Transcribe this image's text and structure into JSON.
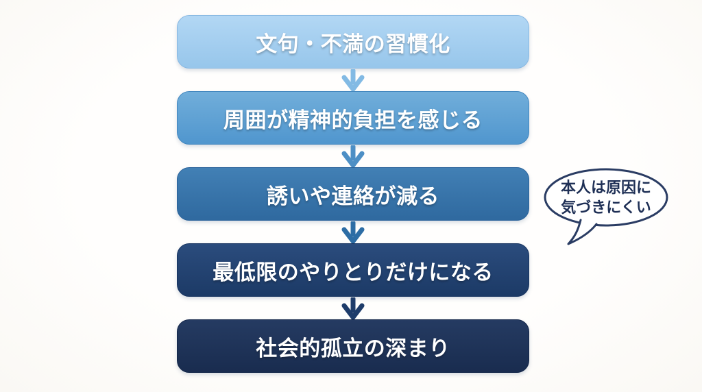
{
  "flow": {
    "steps": [
      {
        "label": "文句・不満の習慣化"
      },
      {
        "label": "周囲が精神的負担を感じる"
      },
      {
        "label": "誘いや連絡が減る"
      },
      {
        "label": "最低限のやりとりだけになる"
      },
      {
        "label": "社会的孤立の深まり"
      }
    ]
  },
  "bubble": {
    "line1": "本人は原因に",
    "line2": "気づきにくい"
  },
  "colors": {
    "step_fills": [
      "#a0cbef",
      "#5c9fd3",
      "#3572a9",
      "#21406e",
      "#1d3156"
    ],
    "step_text": "#ffffff",
    "arrow_colors": [
      "#82bae4",
      "#4d8fc5",
      "#2d6da5",
      "#1e3c6a"
    ],
    "bubble_border": "#2a3c63",
    "bubble_fill": "#ffffff",
    "bubble_text": "#1f3056",
    "background": "#fdfcfa"
  }
}
